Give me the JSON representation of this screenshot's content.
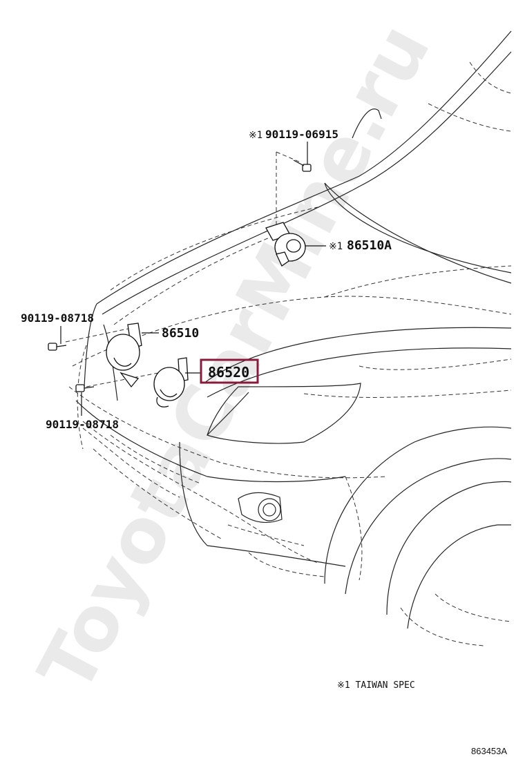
{
  "watermark": {
    "text": "ToyotaCarMine.ru"
  },
  "parts": {
    "bolt_top": {
      "prefix": "※1",
      "number": "90119-06915"
    },
    "horn_a": {
      "prefix": "※1",
      "number": "86510A"
    },
    "bolt_left_top": {
      "number": "90119-08718"
    },
    "horn_86510": {
      "number": "86510"
    },
    "horn_86520": {
      "number": "86520",
      "highlight_color": "#8b1a3a"
    },
    "bolt_left_bottom": {
      "number": "90119-08718"
    }
  },
  "note": {
    "text": "※1 TAIWAN SPEC"
  },
  "diagram_id": "863453A"
}
